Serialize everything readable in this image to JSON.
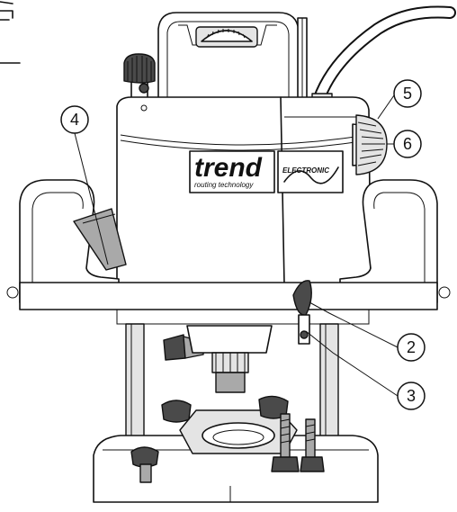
{
  "brand": {
    "name": "trend",
    "tagline": "routing technology",
    "electronic_badge": "ELECTRONIC"
  },
  "callouts": [
    {
      "id": "4",
      "label": "4"
    },
    {
      "id": "5",
      "label": "5"
    },
    {
      "id": "6",
      "label": "6"
    },
    {
      "id": "2",
      "label": "2"
    },
    {
      "id": "3",
      "label": "3"
    }
  ]
}
